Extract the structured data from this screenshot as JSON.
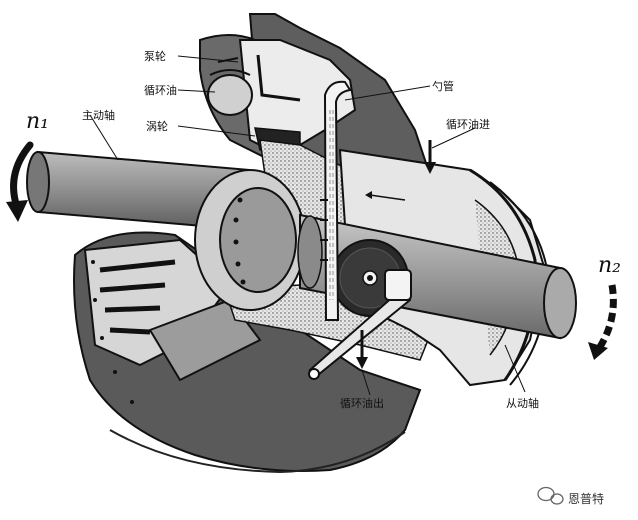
{
  "labels": {
    "pump_wheel": "泵轮",
    "circulating_oil": "循环油",
    "turbine": "涡轮",
    "drive_shaft": "主动轴",
    "scoop_tube": "勺管",
    "oil_in": "循环油进",
    "oil_out": "循环油出",
    "driven_shaft": "从动轴",
    "n1": "n₁",
    "n2": "n₂"
  },
  "watermark": {
    "text": "恩普特",
    "icon": "chat-bubble-icon"
  },
  "colors": {
    "ink": "#111111",
    "shaft": "#8a8a8a",
    "housing": "#6d6d6d",
    "dark": "#2a2a2a",
    "light": "#d8d8d8"
  }
}
